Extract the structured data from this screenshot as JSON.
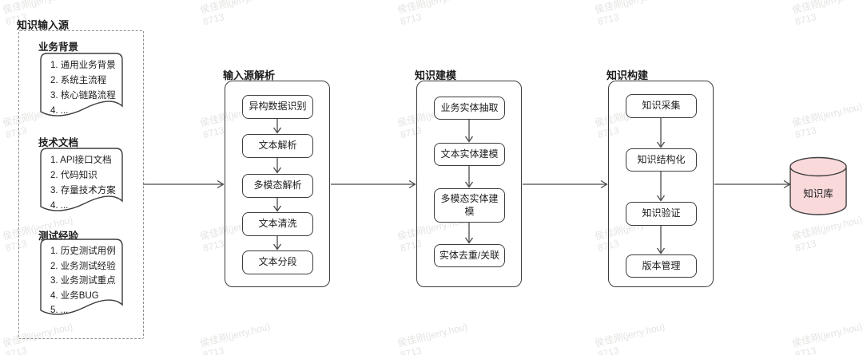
{
  "colors": {
    "cylinder_fill": "#FAD9DB",
    "box_border": "#3d3d3d",
    "connector": "#4a4a4a",
    "text": "#1c1c1c"
  },
  "watermark": {
    "line1": "侯佳刚(jerry.hou)",
    "line2": "8713"
  },
  "sources": {
    "label": "知识输入源",
    "docs": [
      {
        "title": "业务背景",
        "items": [
          "1. 通用业务背景",
          "2. 系统主流程",
          "3. 核心链路流程",
          "4. ..."
        ]
      },
      {
        "title": "技术文档",
        "items": [
          "1. API接口文档",
          "2. 代码知识",
          "3. 存量技术方案",
          "4. ..."
        ]
      },
      {
        "title": "测试经验",
        "items": [
          "1. 历史测试用例",
          "2. 业务测试经验",
          "3. 业务测试重点",
          "4. 业务BUG",
          "5. ..."
        ]
      }
    ]
  },
  "pipeline": [
    {
      "label": "输入源解析",
      "steps": [
        "异构数据识别",
        "文本解析",
        "多模态解析",
        "文本清洗",
        "文本分段"
      ]
    },
    {
      "label": "知识建模",
      "steps": [
        "业务实体抽取",
        "文本实体建模",
        "多模态实体建模",
        "实体去重/关联"
      ]
    },
    {
      "label": "知识构建",
      "steps": [
        "知识采集",
        "知识结构化",
        "知识验证",
        "版本管理"
      ]
    }
  ],
  "output": {
    "label": "知识库"
  }
}
